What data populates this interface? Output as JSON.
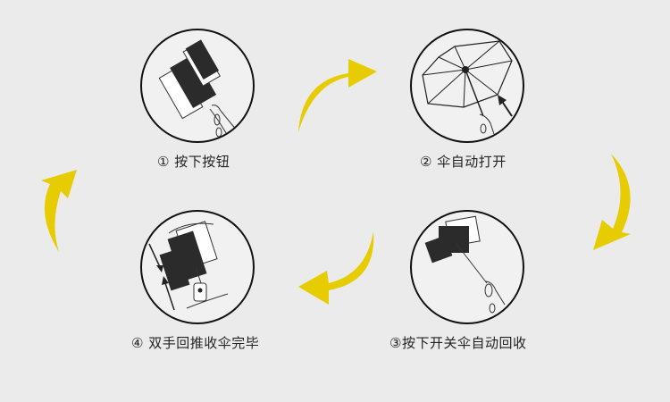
{
  "colors": {
    "background": "#ebebeb",
    "arrow": "#e6cc00",
    "circle_border": "#111111",
    "text": "#222222"
  },
  "steps": [
    {
      "number": "①",
      "label": "按下按钮",
      "full": "① 按下按钮",
      "illustration": "hand-pressing-button-on-folded-umbrella"
    },
    {
      "number": "②",
      "label": "伞自动打开",
      "full": "② 伞自动打开",
      "illustration": "umbrella-opening-automatically"
    },
    {
      "number": "③",
      "label": "按下开关伞自动回收",
      "full": "③按下开关伞自动回收",
      "illustration": "umbrella-retracting-with-handle"
    },
    {
      "number": "④",
      "label": "双手回推收伞完毕",
      "full": "④ 双手回推收伞完毕",
      "illustration": "two-hands-pushing-umbrella-closed"
    }
  ],
  "arrows": [
    {
      "name": "arrow-step1-to-step2",
      "direction": "curved-right"
    },
    {
      "name": "arrow-step2-to-step3",
      "direction": "curved-down"
    },
    {
      "name": "arrow-step3-to-step4",
      "direction": "curved-left"
    },
    {
      "name": "arrow-step4-to-step1",
      "direction": "curved-up"
    }
  ]
}
